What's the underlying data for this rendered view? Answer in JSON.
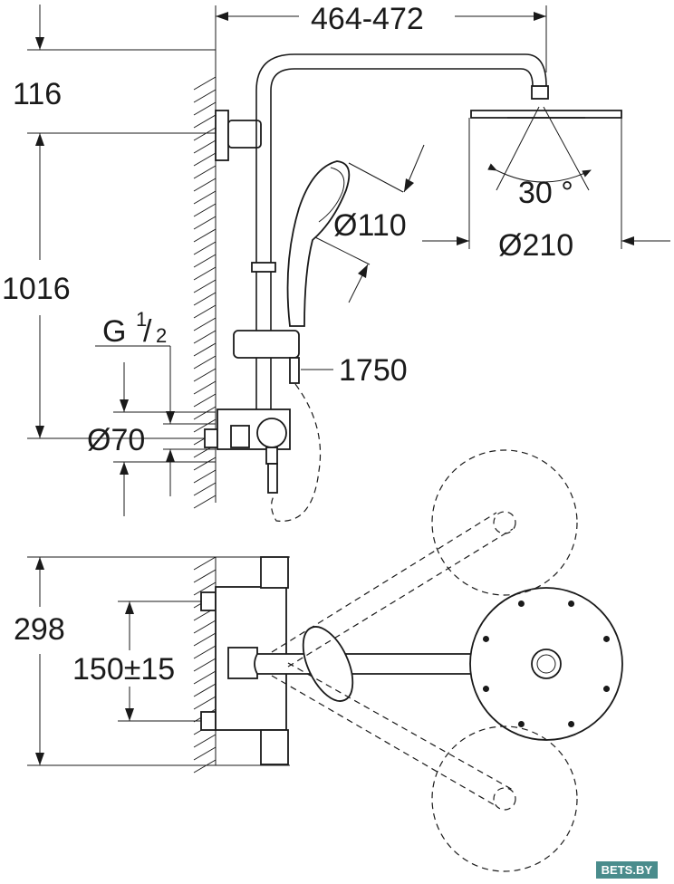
{
  "dimensions": {
    "width_range": "464-472",
    "top_offset": "116",
    "height": "1016",
    "thread": "G",
    "thread_num": "1",
    "thread_den": "2",
    "inlet_dia": "Ø70",
    "hand_shower_dia": "Ø110",
    "head_shower_dia": "Ø210",
    "angle": "30 °",
    "hose_length": "1750",
    "bracket_height": "298",
    "inlet_spacing": "150±15"
  },
  "watermark": "BETS.BY"
}
